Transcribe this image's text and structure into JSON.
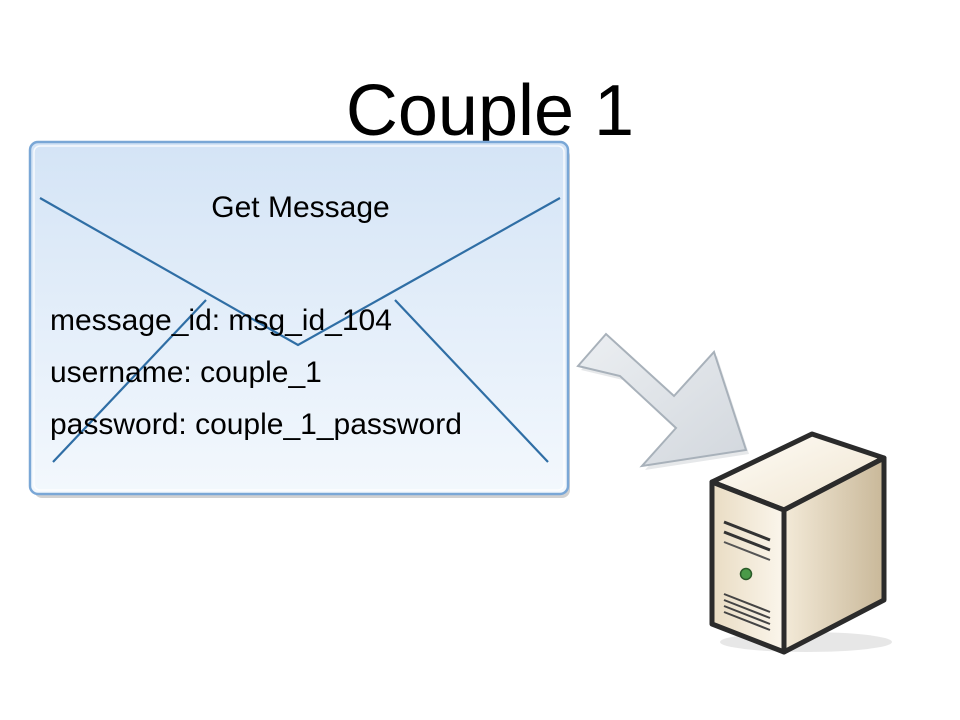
{
  "slide": {
    "title": "Couple 1"
  },
  "message": {
    "subject": "Get Message",
    "fields": [
      "message_id: msg_id_104",
      "username: couple_1",
      "password: couple_1_password"
    ]
  },
  "icons": {
    "envelope": "envelope-icon",
    "arrow": "arrow-right-down-icon",
    "server": "server-tower-icon"
  },
  "colors": {
    "envelope_fill": "#dce9f7",
    "envelope_border": "#6d9ccd",
    "envelope_lines": "#2f6ea5",
    "arrow_fill": "#dfe2e6",
    "server_body": "#f4ecdd",
    "server_led": "#4a9a48"
  }
}
